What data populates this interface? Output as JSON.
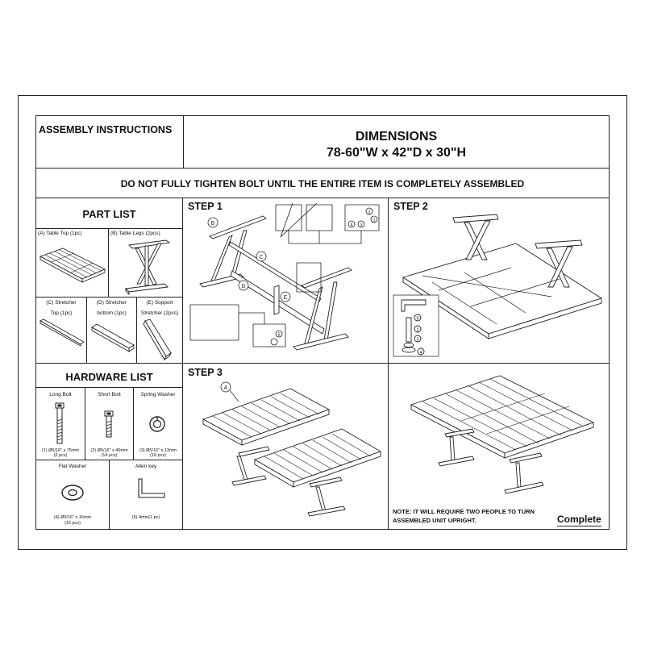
{
  "header": {
    "title": "ASSEMBLY INSTRUCTIONS",
    "dimensions_title": "DIMENSIONS",
    "dimensions_value": "78-60\"W x 42\"D x 30\"H"
  },
  "warning": "DO NOT FULLY TIGHTEN BOLT UNTIL THE ENTIRE ITEM IS COMPLETELY ASSEMBLED",
  "part_list": {
    "title": "PART LIST",
    "parts": [
      {
        "label": "(A) Table Top (1pc)"
      },
      {
        "label": "(B) Table Legs (2pcs)"
      },
      {
        "label_line1": "(C) Stretcher",
        "label_line2": "Top (1pc)"
      },
      {
        "label_line1": "(D) Stretcher",
        "label_line2": "bottom (1pc)"
      },
      {
        "label_line1": "(E) Sopport",
        "label_line2": "Stretcher (2pcs)"
      }
    ]
  },
  "hardware_list": {
    "title": "HARDWARE LIST",
    "items": [
      {
        "name": "Long Bolt",
        "spec_line1": "(1) Ø5/16\" x 75mm",
        "spec_line2": "(2 pcs)",
        "icon": "long-bolt-icon"
      },
      {
        "name": "Short Bolt",
        "spec_line1": "(2) Ø5/16\" x 40mm",
        "spec_line2": "(14 pcs)",
        "icon": "short-bolt-icon"
      },
      {
        "name": "Spring Washer",
        "spec_line1": "(3) Ø5/16\" x 13mm",
        "spec_line2": "(16 pcs)",
        "icon": "spring-washer-icon"
      },
      {
        "name": "Flat Washer",
        "spec_line1": "(4) Ø5/16\" x 16mm",
        "spec_line2": "(16 pcs)",
        "icon": "flat-washer-icon"
      },
      {
        "name": "Allen key",
        "spec_line1": "(5) 4mm(1 pc)",
        "spec_line2": "",
        "icon": "allen-key-icon"
      }
    ]
  },
  "steps": [
    {
      "title": "STEP 1",
      "callouts": [
        "B",
        "C",
        "D",
        "E"
      ],
      "hardware_refs": [
        "1",
        "2",
        "3",
        "4",
        "5"
      ]
    },
    {
      "title": "STEP 2",
      "hardware_refs": [
        "5",
        "1",
        "2",
        "4"
      ]
    },
    {
      "title": "STEP 3",
      "callouts": [
        "A"
      ]
    }
  ],
  "complete": {
    "note_line1": "NOTE: IT WILL REQUIRE TWO PEOPLE TO TURN",
    "note_line2": "ASSEMBLED UNIT UPRIGHT.",
    "label": "Complete"
  }
}
